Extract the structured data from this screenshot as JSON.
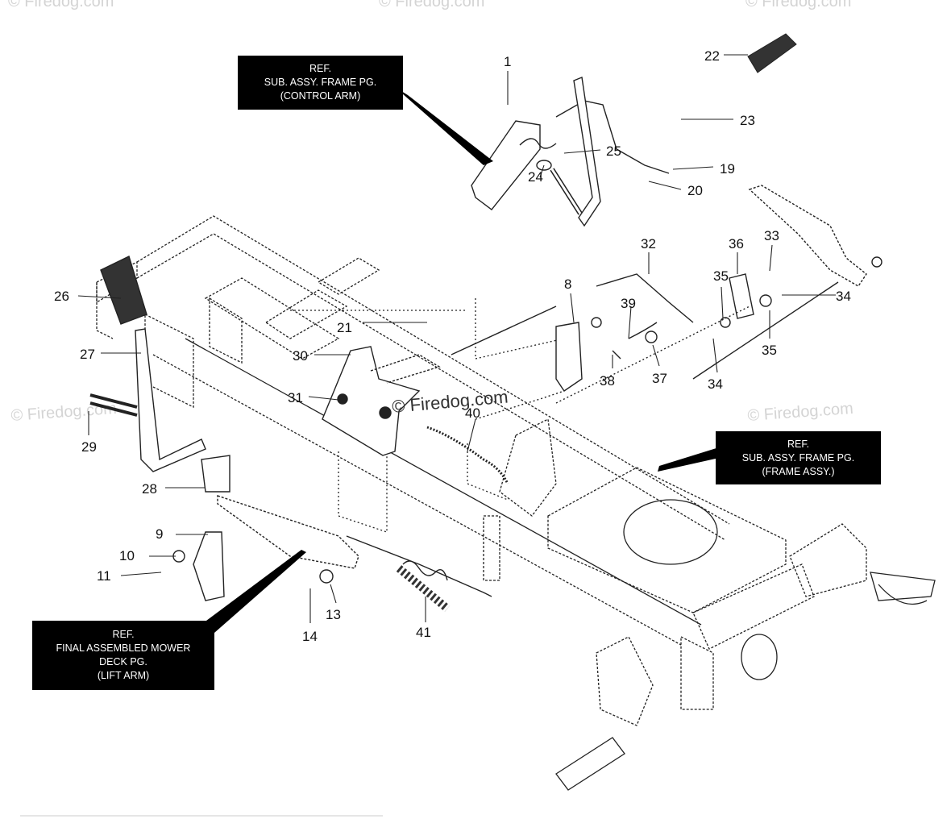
{
  "watermarks": {
    "center": "© Firedog.com",
    "side": "© Firedog.com"
  },
  "references": [
    {
      "lines": [
        "REF.",
        "SUB. ASSY. FRAME PG.",
        "(CONTROL ARM)"
      ]
    },
    {
      "lines": [
        "REF.",
        "SUB. ASSY. FRAME PG.",
        "(FRAME ASSY.)"
      ]
    },
    {
      "lines": [
        "REF.",
        "FINAL ASSEMBLED MOWER",
        "DECK PG.",
        "(LIFT ARM)"
      ]
    }
  ],
  "callouts": [
    "1",
    "8",
    "9",
    "10",
    "11",
    "13",
    "14",
    "19",
    "20",
    "21",
    "22",
    "23",
    "24",
    "25",
    "26",
    "27",
    "28",
    "29",
    "30",
    "31",
    "32",
    "33",
    "34",
    "34",
    "35",
    "35",
    "36",
    "37",
    "38",
    "39",
    "40",
    "41"
  ]
}
